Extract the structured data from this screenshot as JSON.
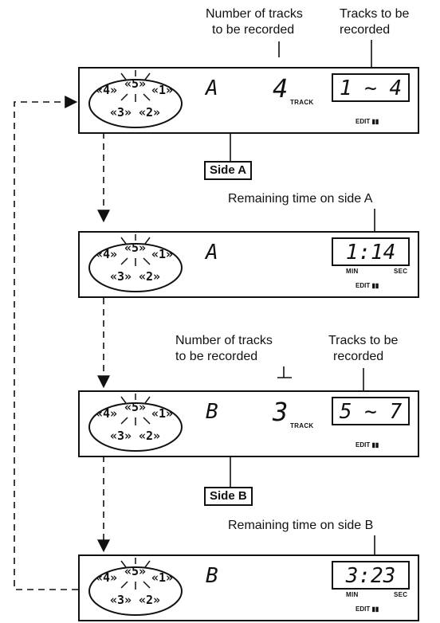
{
  "labels": {
    "num_tracks_1": [
      "Number of tracks",
      "to be recorded"
    ],
    "tracks_to_be_1": [
      "Tracks to be",
      "recorded"
    ],
    "side_a": "Side A",
    "remaining_a": "Remaining time on side A",
    "num_tracks_2": [
      "Number of tracks",
      "to be recorded"
    ],
    "tracks_to_be_2": [
      "Tracks to be",
      "recorded"
    ],
    "side_b": "Side B",
    "remaining_b": "Remaining time on side B"
  },
  "panels": [
    {
      "side": "A",
      "count": "4",
      "unit": "TRACK",
      "display": "1 ~ 4",
      "units": [
        "",
        ""
      ],
      "status": "EDIT"
    },
    {
      "side": "A",
      "count": "",
      "unit": "",
      "display": "1:14",
      "units": [
        "MIN",
        "SEC"
      ],
      "status": "EDIT"
    },
    {
      "side": "B",
      "count": "3",
      "unit": "TRACK",
      "display": "5 ~ 7",
      "units": [
        "",
        ""
      ],
      "status": "EDIT"
    },
    {
      "side": "B",
      "count": "",
      "unit": "",
      "display": "3:23",
      "units": [
        "MIN",
        "SEC"
      ],
      "status": "EDIT"
    }
  ],
  "disc_numbers": [
    "1",
    "2",
    "3",
    "4",
    "5"
  ]
}
